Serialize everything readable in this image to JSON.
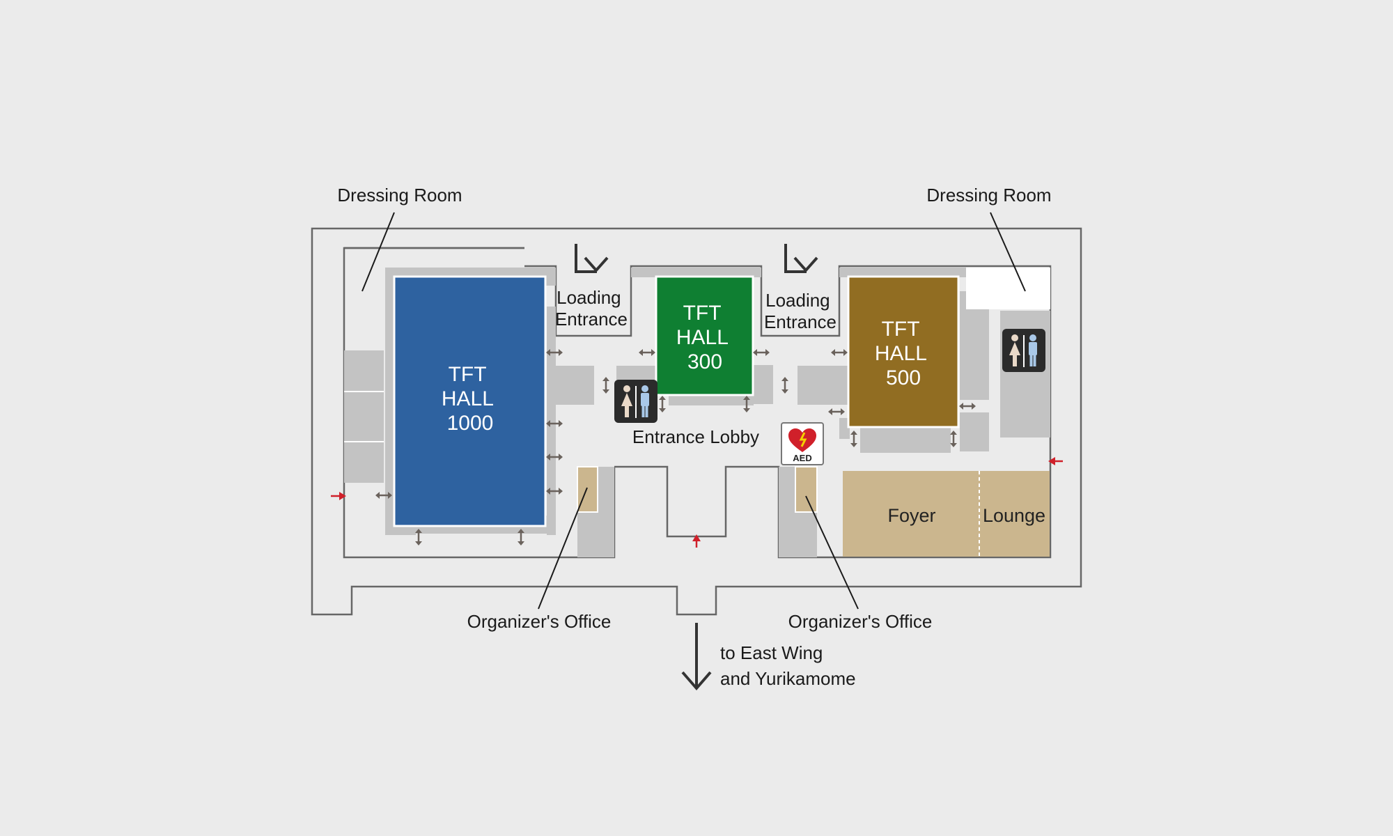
{
  "colors": {
    "background": "#ebebeb",
    "hall_1000": "#2e62a0",
    "hall_300": "#0f7f32",
    "hall_500": "#916d22",
    "foyer": "#cbb68e",
    "service_area": "#c3c3c3",
    "entrance_marker": "#d0202a"
  },
  "labels": {
    "dressing_room_left": "Dressing Room",
    "dressing_room_right": "Dressing Room",
    "loading_left": [
      "Loading",
      "Entrance"
    ],
    "loading_right": [
      "Loading",
      "Entrance"
    ],
    "entrance_lobby": "Entrance Lobby",
    "organizer_office_left": "Organizer's Office",
    "organizer_office_right": "Organizer's Office",
    "foyer": "Foyer",
    "lounge": "Lounge",
    "exit": [
      "to East Wing",
      "and Yurikamome"
    ]
  },
  "halls": [
    {
      "id": "hall-1000",
      "lines": [
        "TFT",
        "HALL",
        "1000"
      ]
    },
    {
      "id": "hall-300",
      "lines": [
        "TFT",
        "HALL",
        "300"
      ]
    },
    {
      "id": "hall-500",
      "lines": [
        "TFT",
        "HALL",
        "500"
      ]
    }
  ],
  "icons": {
    "restroom": "restroom-icon",
    "aed": "aed-icon",
    "aed_text": "AED",
    "entrance": "entrance-arrow-icon",
    "door": "door-arrow-icon",
    "loading": "loading-arrow-icon"
  }
}
